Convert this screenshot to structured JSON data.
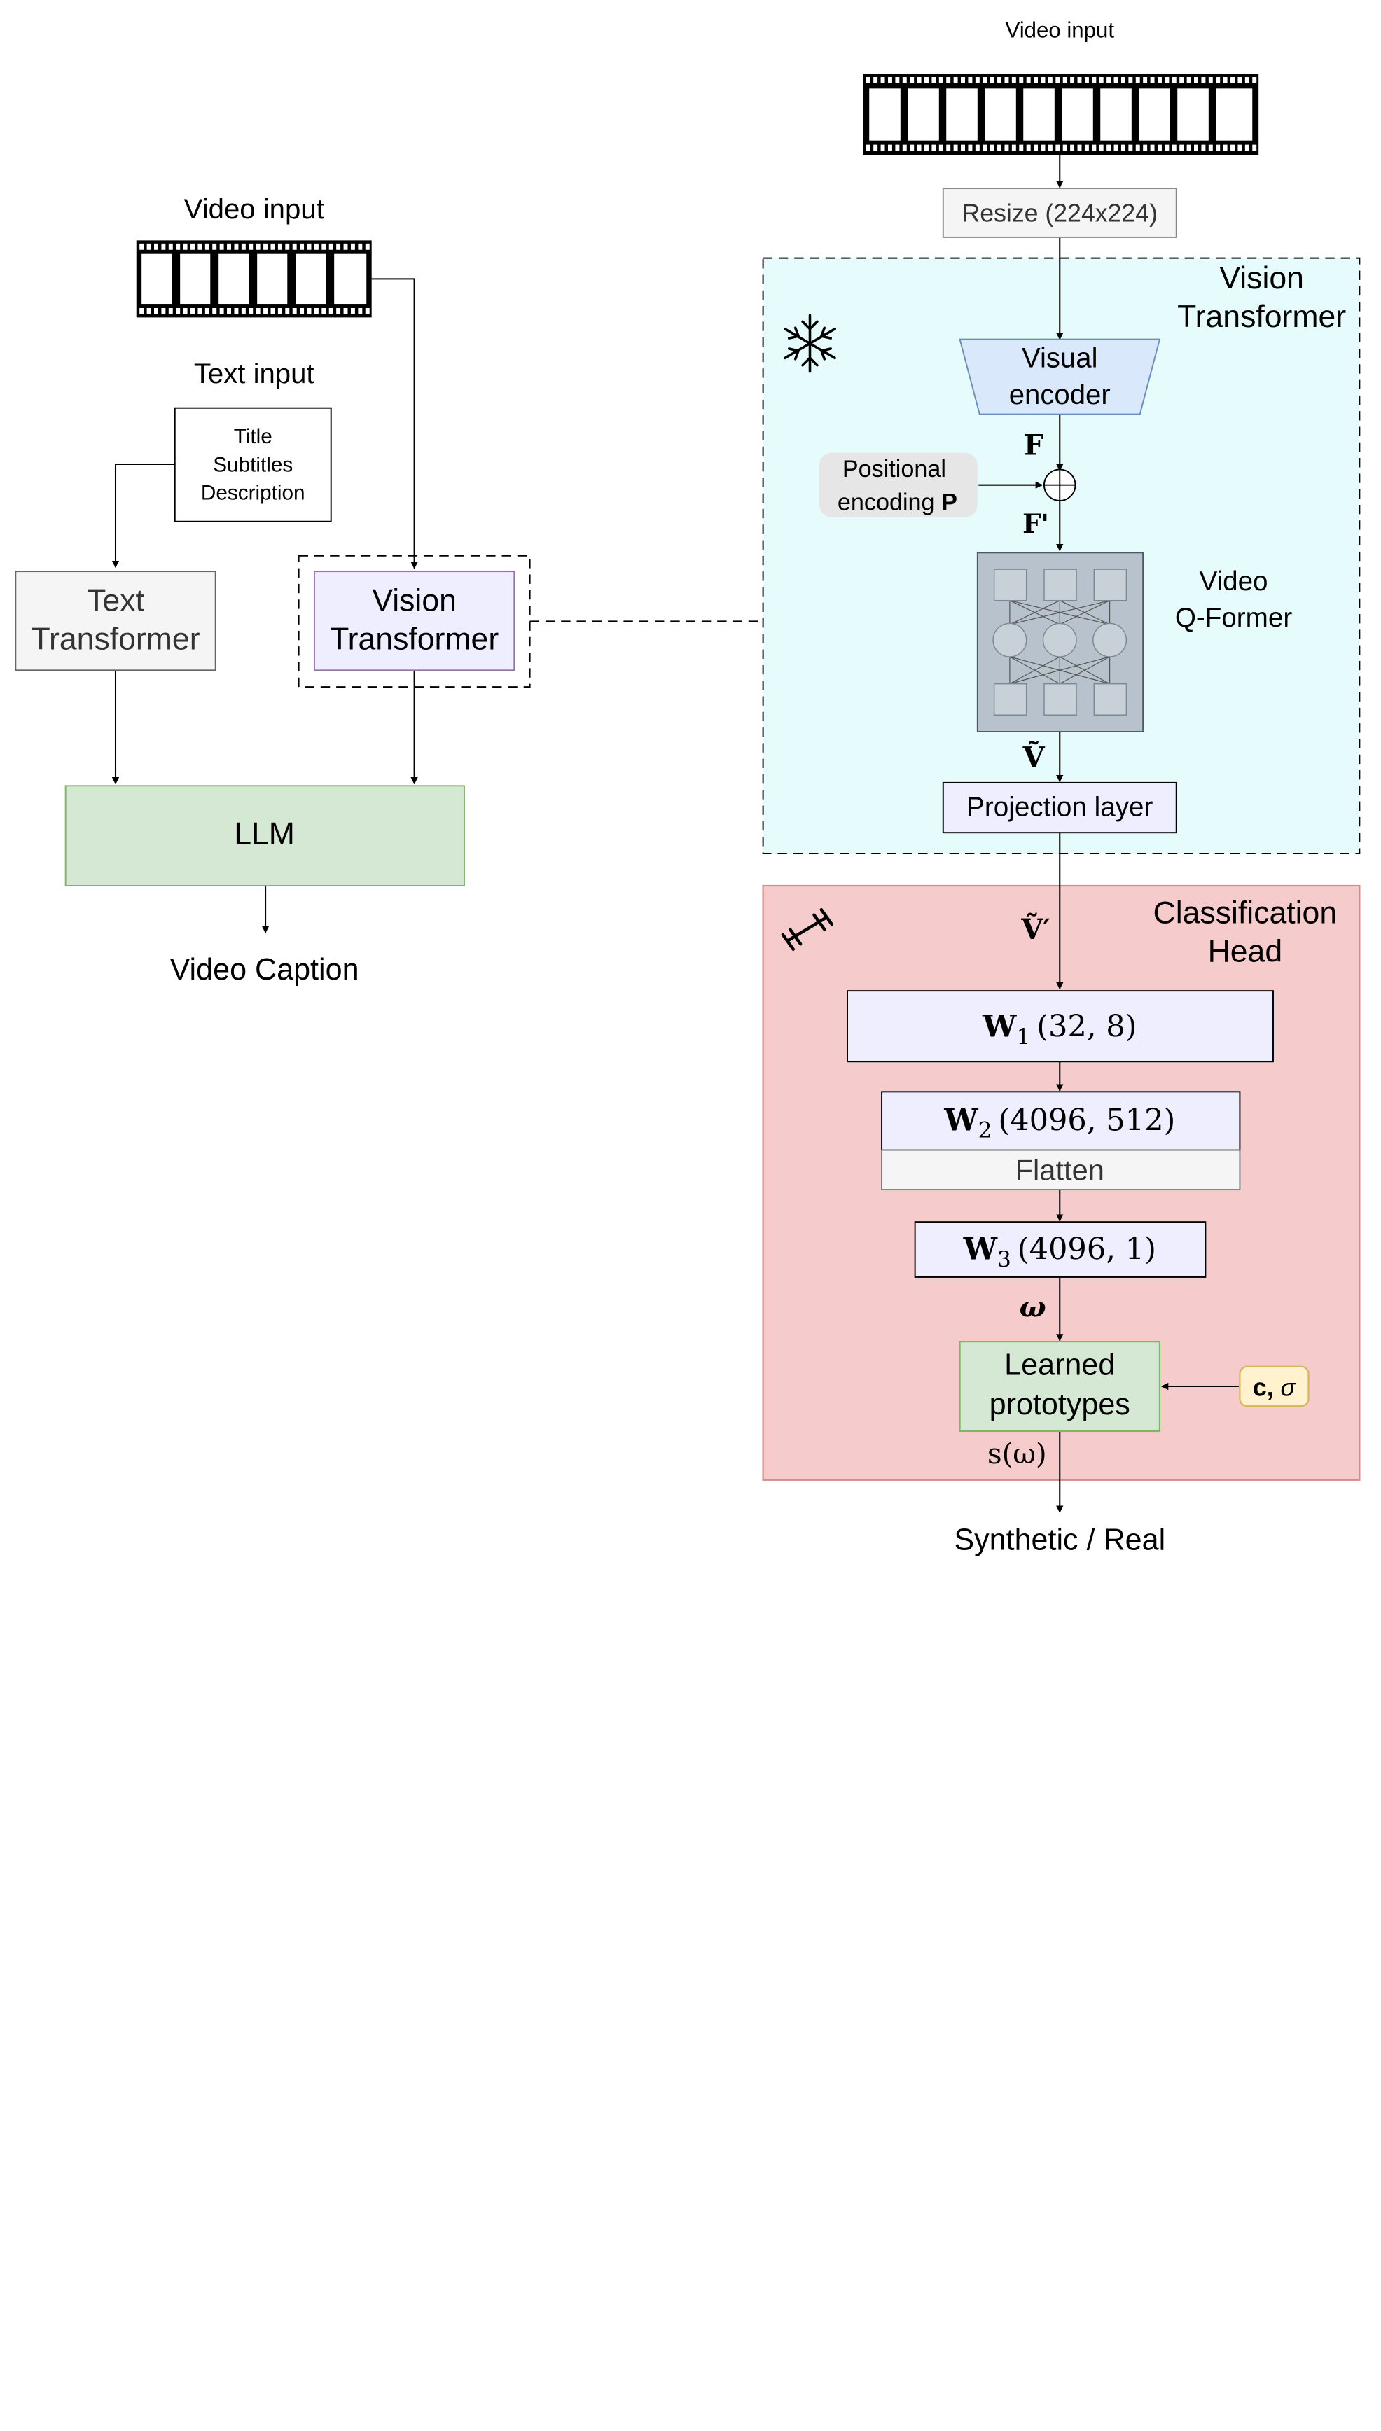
{
  "left": {
    "video_input_label": "Video input",
    "text_input_label": "Text input",
    "text_box": {
      "line1": "Title",
      "line2": "Subtitles",
      "line3": "Description"
    },
    "text_transformer": {
      "line1": "Text",
      "line2": "Transformer"
    },
    "vision_transformer": {
      "line1": "Vision",
      "line2": "Transformer"
    },
    "llm_label": "LLM",
    "output_label": "Video Caption"
  },
  "right": {
    "video_input_label": "Video input",
    "resize_label": "Resize (224x224)",
    "vit_region": {
      "line1": "Vision",
      "line2": "Transformer"
    },
    "visual_encoder": {
      "line1": "Visual",
      "line2": "encoder"
    },
    "symbol_F": "F",
    "positional_encoding": {
      "line1": "Positional",
      "line2": "encoding",
      "bold": "P"
    },
    "symbol_F_prime": "F'",
    "qformer_label": {
      "line1": "Video",
      "line2": "Q-Former"
    },
    "symbol_V_tilde": "Ṽ",
    "projection_layer": "Projection layer",
    "head_region": {
      "line1": "Classification",
      "line2": "Head"
    },
    "symbol_V_tilde_prime": "Ṽ′",
    "w1": {
      "name": "W",
      "sub": "1",
      "dims": "(32, 8)"
    },
    "w2": {
      "name": "W",
      "sub": "2",
      "dims": "(4096, 512)"
    },
    "flatten": "Flatten",
    "w3": {
      "name": "W",
      "sub": "3",
      "dims": "(4096, 1)"
    },
    "symbol_omega": "ω",
    "learned_prototypes": {
      "line1": "Learned",
      "line2": "prototypes"
    },
    "params": {
      "c": "c,",
      "sigma": "σ"
    },
    "score_label": "s(ω)",
    "output_label": "Synthetic / Real"
  },
  "colors": {
    "vit_region_fill": "#e6fbfb",
    "head_region_fill": "#f6cbcb",
    "head_region_stroke": "#d88a8a",
    "llm_fill": "#d5e8d4",
    "llm_stroke": "#82b366",
    "vit_box_fill": "#eeeeff",
    "vit_box_stroke": "#9673a6",
    "encoder_fill": "#dae8fc",
    "encoder_stroke": "#6c8ebf",
    "qformer_fill": "#b7c2cc",
    "params_fill": "#fff2cc",
    "params_stroke": "#d6b656",
    "grey_box_fill": "#f5f5f5",
    "pos_enc_fill": "#e6e6e6"
  },
  "icons": {
    "frozen": "snowflake-icon",
    "trainable": "dumbbell-icon",
    "video": "film-strip-icon"
  }
}
